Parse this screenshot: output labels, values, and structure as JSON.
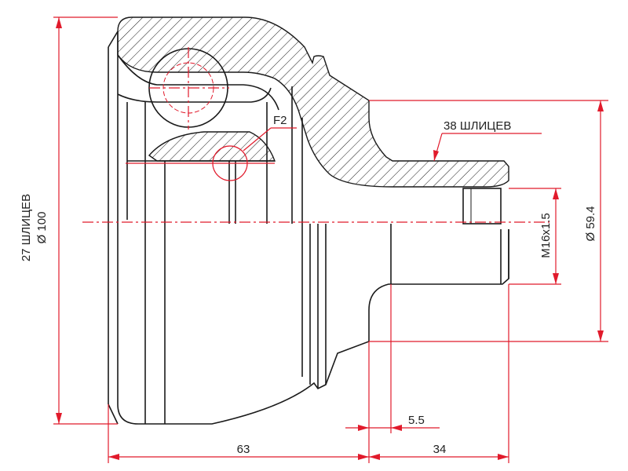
{
  "dimensions": {
    "left_vertical_splines": "27 ШЛИЦЕВ",
    "left_vertical_diameter": "Ø 100",
    "top_splines": "38 ШЛИЦЕВ",
    "thread": "M16x1.5",
    "right_diameter": "Ø 59.4",
    "detail_label": "F2",
    "small_offset": "5.5",
    "body_length": "63",
    "stem_length": "34"
  },
  "colors": {
    "dimension_lines": "#e11a2b",
    "outline": "#1a1a1a"
  }
}
